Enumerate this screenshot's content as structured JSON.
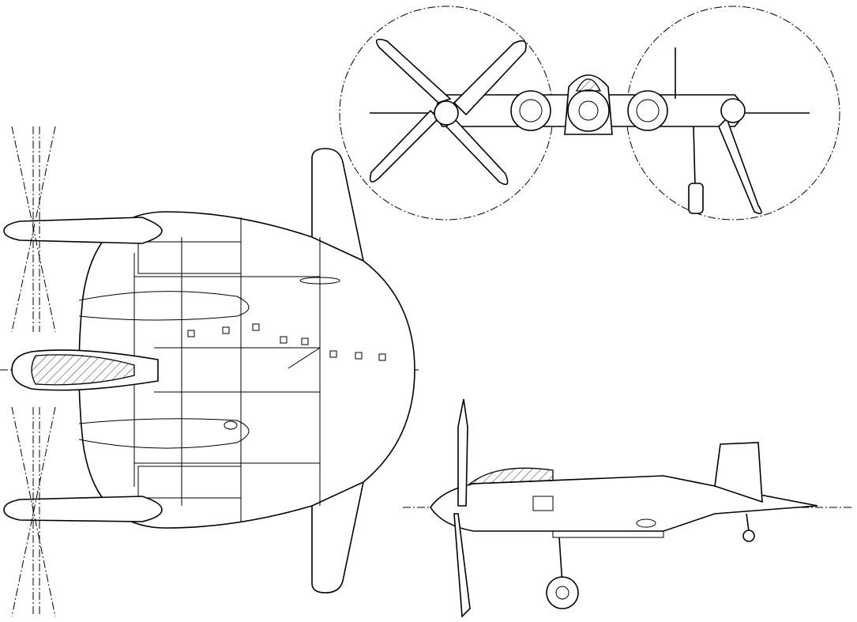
{
  "drawing": {
    "views": [
      "plan",
      "front",
      "side"
    ],
    "colors": {
      "line": "#000000",
      "background": "#ffffff"
    }
  }
}
